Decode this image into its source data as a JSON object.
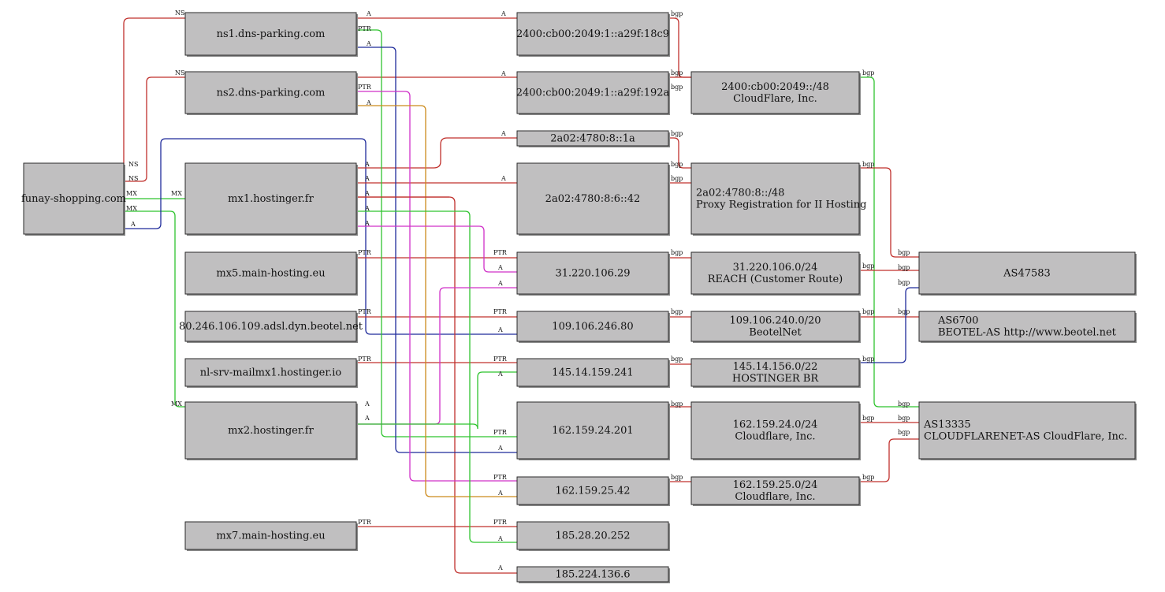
{
  "colors": {
    "red": "#c0302c",
    "green": "#2fc42f",
    "blue": "#1f2b9b",
    "magenta": "#d030c8",
    "orange": "#cc8a1a",
    "node_fill": "#c0bfc0"
  },
  "nodes": {
    "root": {
      "lines": [
        "funay-shopping.com"
      ]
    },
    "ns1": {
      "lines": [
        "ns1.dns-parking.com"
      ]
    },
    "ns2": {
      "lines": [
        "ns2.dns-parking.com"
      ]
    },
    "mx1": {
      "lines": [
        "mx1.hostinger.fr"
      ]
    },
    "mx5": {
      "lines": [
        "mx5.main-hosting.eu"
      ]
    },
    "beotel_ptr": {
      "lines": [
        "80.246.106.109.adsl.dyn.beotel.net"
      ]
    },
    "nlsrv": {
      "lines": [
        "nl-srv-mailmx1.hostinger.io"
      ]
    },
    "mx2": {
      "lines": [
        "mx2.hostinger.fr"
      ]
    },
    "mx7": {
      "lines": [
        "mx7.main-hosting.eu"
      ]
    },
    "ip6_18c9": {
      "lines": [
        "2400:cb00:2049:1::a29f:18c9"
      ]
    },
    "ip6_192a": {
      "lines": [
        "2400:cb00:2049:1::a29f:192a"
      ]
    },
    "ip6_1a": {
      "lines": [
        "2a02:4780:8::1a"
      ]
    },
    "ip6_42": {
      "lines": [
        "2a02:4780:8:6::42"
      ]
    },
    "ip_31": {
      "lines": [
        "31.220.106.29"
      ]
    },
    "ip_109": {
      "lines": [
        "109.106.246.80"
      ]
    },
    "ip_145": {
      "lines": [
        "145.14.159.241"
      ]
    },
    "ip_162_24": {
      "lines": [
        "162.159.24.201"
      ]
    },
    "ip_162_25": {
      "lines": [
        "162.159.25.42"
      ]
    },
    "ip_185_28": {
      "lines": [
        "185.28.20.252"
      ]
    },
    "ip_185_224": {
      "lines": [
        "185.224.136.6"
      ]
    },
    "pfx_cf6": {
      "lines": [
        "2400:cb00:2049::/48",
        "CloudFlare, Inc."
      ]
    },
    "pfx_hz6": {
      "lines": [
        "2a02:4780:8::/48",
        "Proxy Registration for II Hosting"
      ]
    },
    "pfx_31": {
      "lines": [
        "31.220.106.0/24",
        "REACH (Customer Route)"
      ]
    },
    "pfx_109": {
      "lines": [
        "109.106.240.0/20",
        "BeotelNet"
      ]
    },
    "pfx_145": {
      "lines": [
        "145.14.156.0/22",
        "HOSTINGER BR"
      ]
    },
    "pfx_162_24": {
      "lines": [
        "162.159.24.0/24",
        "Cloudflare, Inc."
      ]
    },
    "pfx_162_25": {
      "lines": [
        "162.159.25.0/24",
        "Cloudflare, Inc."
      ]
    },
    "as47583": {
      "lines": [
        "AS47583"
      ]
    },
    "as6700": {
      "lines": [
        "AS6700",
        "BEOTEL-AS http://www.beotel.net"
      ]
    },
    "as13335": {
      "lines": [
        "AS13335",
        "CLOUDFLARENET-AS CloudFlare, Inc."
      ]
    }
  },
  "edge_labels": {
    "ns": "NS",
    "mx": "MX",
    "a": "A",
    "ptr": "PTR",
    "bgp": "bgp"
  }
}
